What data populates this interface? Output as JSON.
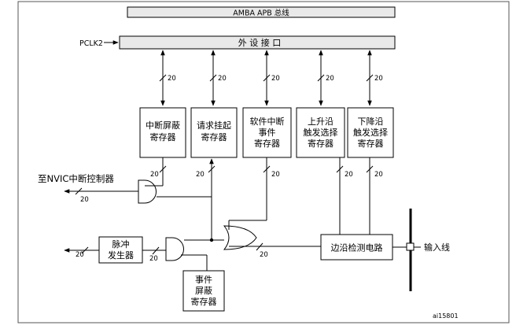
{
  "buses": {
    "amba_apb": "AMBA APB 总线",
    "peripheral_interface": "外 设 接 口",
    "pclk2": "PCLK2"
  },
  "registers": {
    "interrupt_mask": [
      "中断屏蔽",
      "寄存器"
    ],
    "pending_request": [
      "请求挂起",
      "寄存器"
    ],
    "software_interrupt_event": [
      "软件中断",
      "事件",
      "寄存器"
    ],
    "rising_trigger_select": [
      "上升沿",
      "触发选择",
      "寄存器"
    ],
    "falling_trigger_select": [
      "下降沿",
      "触发选择",
      "寄存器"
    ],
    "event_mask": [
      "事件",
      "屏蔽",
      "寄存器"
    ]
  },
  "blocks": {
    "pulse_generator": [
      "脉冲",
      "发生器"
    ],
    "edge_detect": "边沿检测电路"
  },
  "labels": {
    "to_nvic": "至NVIC中断控制器",
    "input_line": "输入线",
    "bus_width": "20",
    "figure_id": "ai15801"
  }
}
